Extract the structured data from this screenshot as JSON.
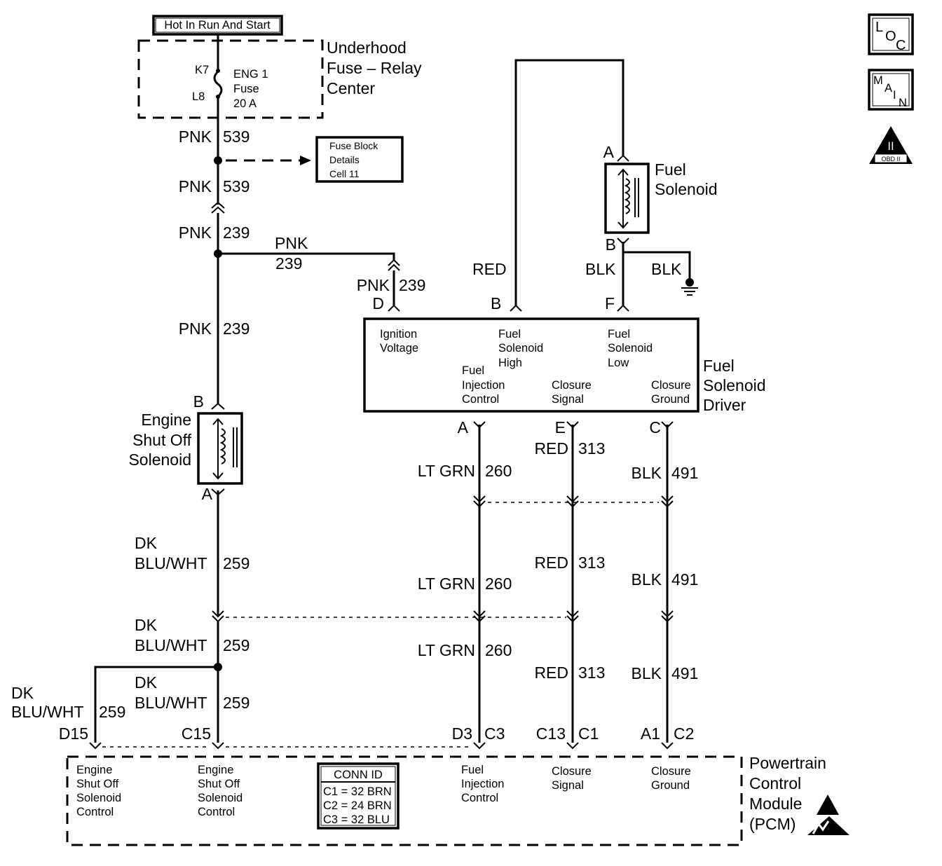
{
  "header": {
    "hot_label": "Hot In Run And Start"
  },
  "fuse_center": {
    "title": [
      "Underhood",
      "Fuse – Relay",
      "Center"
    ],
    "pin_top": "K7",
    "pin_bottom": "L8",
    "fuse_lines": [
      "ENG 1",
      "Fuse",
      "20 A"
    ]
  },
  "fuse_block_ref": [
    "Fuse Block",
    "Details",
    "Cell 11"
  ],
  "badges": {
    "loc": [
      "L",
      "O",
      "C"
    ],
    "main": [
      "M",
      "A",
      "I",
      "N"
    ],
    "obd": [
      "II",
      "OBD II"
    ]
  },
  "wires": {
    "pnk_539_a": [
      "PNK",
      "539"
    ],
    "pnk_539_b": [
      "PNK",
      "539"
    ],
    "pnk_239_a": [
      "PNK",
      "239"
    ],
    "pnk_239_branch": [
      "PNK",
      "239"
    ],
    "pnk_239_d": [
      "PNK",
      "239"
    ],
    "pnk_239_c": [
      "PNK",
      "239"
    ],
    "red_top": "RED",
    "blk_top": "BLK",
    "blk_ground": "BLK",
    "dkblu_1": [
      "DK",
      "BLU/WHT",
      "259"
    ],
    "dkblu_2": [
      "DK",
      "BLU/WHT",
      "259"
    ],
    "dkblu_3": [
      "DK",
      "BLU/WHT",
      "259"
    ],
    "dkblu_left": [
      "DK",
      "BLU/WHT",
      "259"
    ],
    "ltgrn": [
      [
        "LT GRN",
        "260"
      ],
      [
        "LT GRN",
        "260"
      ],
      [
        "LT GRN",
        "260"
      ]
    ],
    "red313": [
      [
        "RED",
        "313"
      ],
      [
        "RED",
        "313"
      ],
      [
        "RED",
        "313"
      ]
    ],
    "blk491": [
      [
        "BLK",
        "491"
      ],
      [
        "BLK",
        "491"
      ],
      [
        "BLK",
        "491"
      ]
    ]
  },
  "fuel_solenoid": {
    "title": [
      "Fuel",
      "Solenoid"
    ],
    "pin_a": "A",
    "pin_b": "B"
  },
  "driver": {
    "title": [
      "Fuel",
      "Solenoid",
      "Driver"
    ],
    "ignition": [
      "Ignition",
      "Voltage"
    ],
    "high": [
      "Fuel",
      "Solenoid",
      "High"
    ],
    "low": [
      "Fuel",
      "Solenoid",
      "Low"
    ],
    "injection": [
      "Fuel",
      "Injection",
      "Control"
    ],
    "closure_signal": [
      "Closure",
      "Signal"
    ],
    "closure_ground": [
      "Closure",
      "Ground"
    ],
    "pins_top": [
      "D",
      "B",
      "F"
    ],
    "pins_bottom": [
      "A",
      "E",
      "C"
    ]
  },
  "eso_solenoid": {
    "title": [
      "Engine",
      "Shut Off",
      "Solenoid"
    ],
    "pin_b": "B",
    "pin_a": "A"
  },
  "pcm": {
    "title": [
      "Powertrain",
      "Control",
      "Module",
      "(PCM)"
    ],
    "pins": [
      "D15",
      "C15",
      "D3",
      "C3",
      "C13",
      "C1",
      "A1",
      "C2"
    ],
    "eso_1": [
      "Engine",
      "Shut Off",
      "Solenoid",
      "Control"
    ],
    "eso_2": [
      "Engine",
      "Shut Off",
      "Solenoid",
      "Control"
    ],
    "injection": [
      "Fuel",
      "Injection",
      "Control"
    ],
    "closure_signal": [
      "Closure",
      "Signal"
    ],
    "closure_ground": [
      "Closure",
      "Ground"
    ],
    "conn_title": "CONN ID",
    "conn_rows": [
      "C1 = 32 BRN",
      "C2 = 24 BRN",
      "C3 = 32 BLU"
    ]
  }
}
